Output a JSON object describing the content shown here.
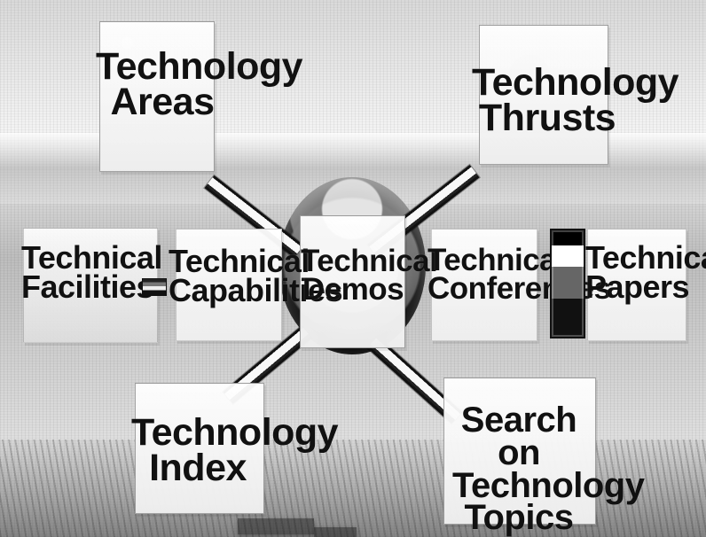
{
  "items": [
    {
      "key": "technology_areas",
      "label": "Technology\nAreas"
    },
    {
      "key": "technology_thrusts",
      "label": "Technology\nThrusts"
    },
    {
      "key": "technical_facilities",
      "label": "Technical\nFacilities"
    },
    {
      "key": "technical_capabilities",
      "label": "Technical\nCapabilities"
    },
    {
      "key": "technical_demos",
      "label": "Technical\nDemos"
    },
    {
      "key": "technical_conferences",
      "label": "Technical\nConferences"
    },
    {
      "key": "technical_papers",
      "label": "Technical\nPapers"
    },
    {
      "key": "technology_index",
      "label": "Technology\nIndex"
    },
    {
      "key": "search_technology_topics",
      "label": "Search on\nTechnology\nTopics"
    }
  ]
}
